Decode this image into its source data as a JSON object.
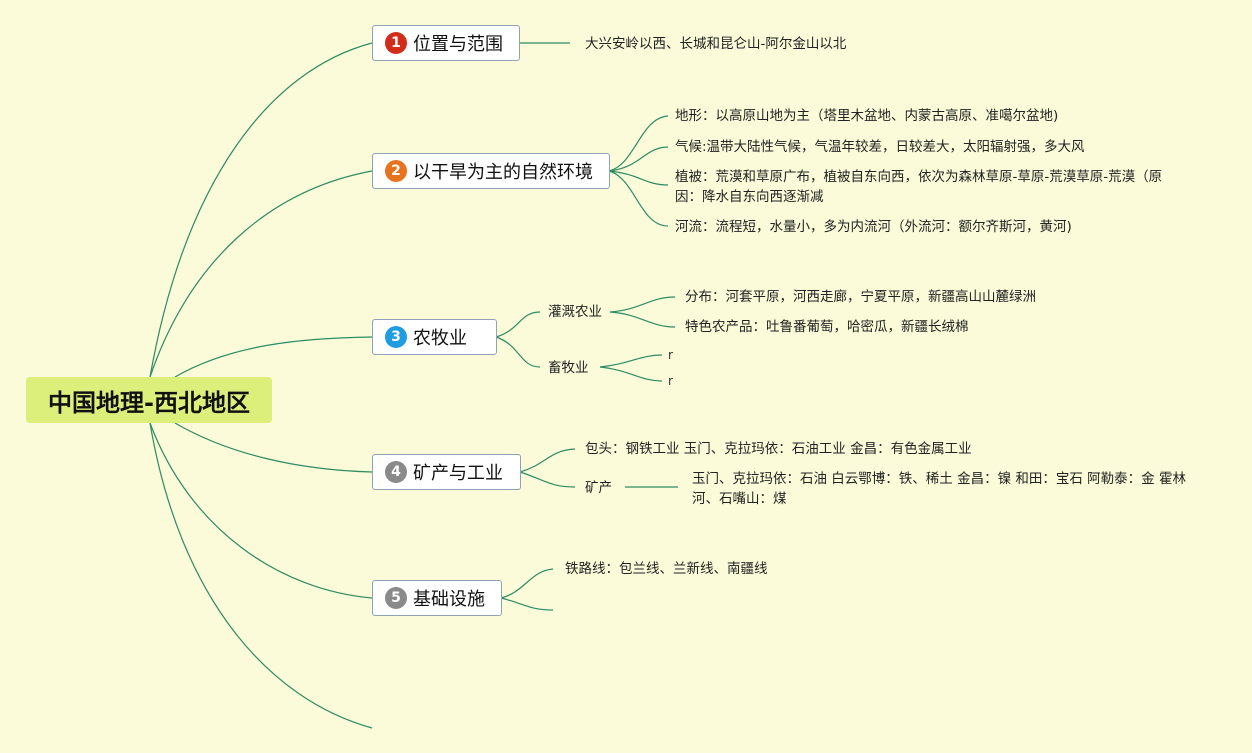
{
  "title": "中国地理-西北地区",
  "colors": {
    "background": "#fbfbd9",
    "root": "#dcef7a",
    "line": "#2e8b63",
    "badge_1": "#d42c1b",
    "badge_2": "#e8731e",
    "badge_3": "#1e9de0",
    "badge_4": "#8a8a8a",
    "badge_5": "#8a8a8a"
  },
  "topics": [
    {
      "number": "1",
      "label": "位置与范围",
      "items": [
        "大兴安岭以西、长城和昆仑山-阿尔金山以北"
      ]
    },
    {
      "number": "2",
      "label": "以干旱为主的自然环境",
      "items": [
        "地形：以高原山地为主（塔里木盆地、内蒙古高原、准噶尔盆地)",
        "气候:温带大陆性气候，气温年较差，日较差大，太阳辐射强，多大风",
        "植被：荒漠和草原广布，植被自东向西，依次为森林草原-草原-荒漠草原-荒漠（原因：降水自东向西逐渐减",
        "河流：流程短，水量小，多为内流河（外流河：额尔齐斯河，黄河)"
      ]
    },
    {
      "number": "3",
      "label": "农牧业",
      "subtopics": [
        {
          "label": "灌溉农业",
          "items": [
            "分布：河套平原，河西走廊，宁夏平原，新疆高山山麓绿洲",
            "特色农产品：吐鲁番葡萄，哈密瓜，新疆长绒棉"
          ]
        },
        {
          "label": "畜牧业",
          "items": [
            "r",
            "r"
          ]
        }
      ]
    },
    {
      "number": "4",
      "label": "矿产与工业",
      "items": [
        "包头：钢铁工业 玉门、克拉玛依：石油工业 金昌：有色金属工业"
      ],
      "subtopics": [
        {
          "label": "矿产",
          "items": [
            "玉门、克拉玛依：石油 白云鄂博：铁、稀土 金昌：镍 和田：宝石 阿勒泰：金 霍林河、石嘴山：煤"
          ]
        }
      ]
    },
    {
      "number": "5",
      "label": "基础设施",
      "items": [
        "铁路线：包兰线、兰新线、南疆线"
      ]
    }
  ]
}
